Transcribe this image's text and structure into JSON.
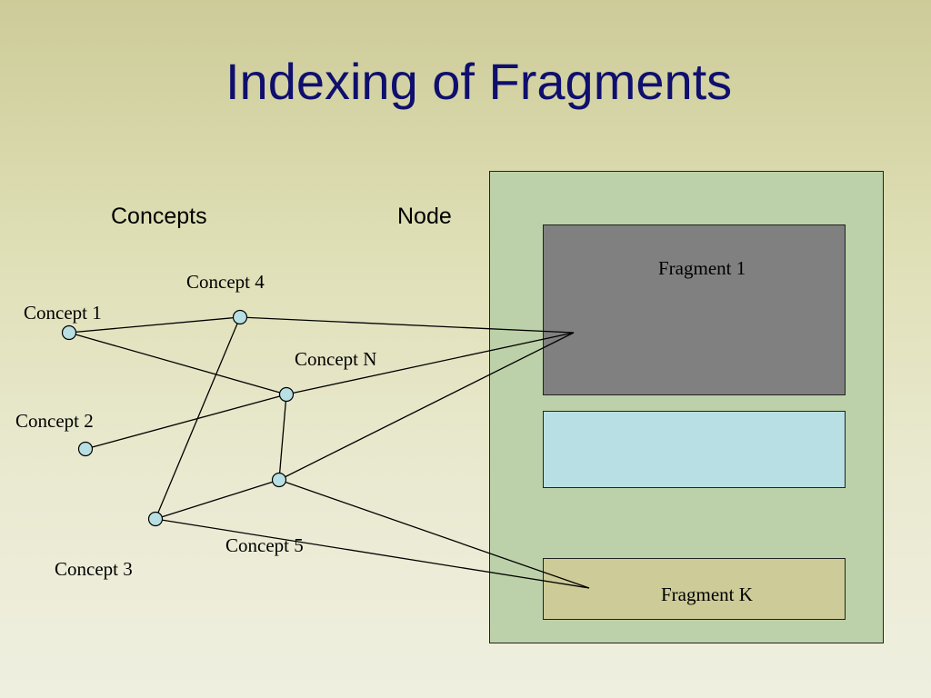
{
  "slide": {
    "title": "Indexing of Fragments",
    "headings": {
      "concepts": "Concepts",
      "node": "Node"
    }
  },
  "colors": {
    "title": "#0f0f6e",
    "node_box": "#bcd1a9",
    "fragment_1": "#808080",
    "fragment_middle": "#b8dfe3",
    "fragment_k": "#cdcb98",
    "concept_dot": "#b8dfe3"
  },
  "fragments": {
    "fragment_1": "Fragment 1",
    "fragment_k": "Fragment K"
  },
  "concepts": {
    "c1": "Concept 1",
    "c2": "Concept 2",
    "c3": "Concept 3",
    "c4": "Concept 4",
    "c5": "Concept 5",
    "cn": "Concept N"
  },
  "edges": [
    [
      "c1",
      "c4"
    ],
    [
      "c1",
      "cn"
    ],
    [
      "c4",
      "fragment_1"
    ],
    [
      "c4",
      "c3"
    ],
    [
      "c2",
      "cn"
    ],
    [
      "cn",
      "fragment_1"
    ],
    [
      "cn",
      "c5"
    ],
    [
      "c5",
      "fragment_1"
    ],
    [
      "c5",
      "c3"
    ],
    [
      "c5",
      "fragment_k"
    ],
    [
      "c3",
      "fragment_k"
    ]
  ]
}
